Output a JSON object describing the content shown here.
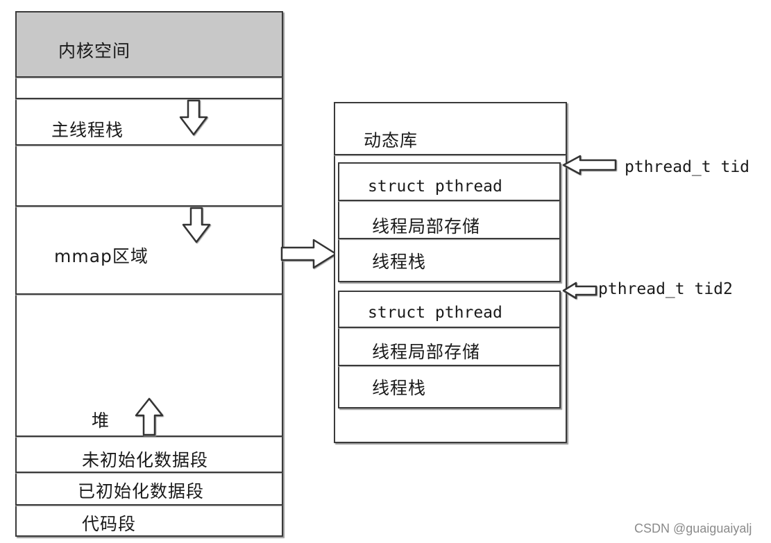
{
  "memory_layout": {
    "kernel_space": "内核空间",
    "main_thread_stack": "主线程栈",
    "mmap_region": "mmap区域",
    "heap": "堆",
    "bss_segment": "未初始化数据段",
    "data_segment": "已初始化数据段",
    "text_segment": "代码段"
  },
  "dynamic_library": {
    "title": "动态库",
    "thread_blocks": [
      {
        "struct_label": "struct pthread",
        "tls_label": "线程局部存储",
        "stack_label": "线程栈",
        "pointer_label": "pthread_t tid"
      },
      {
        "struct_label": "struct pthread",
        "tls_label": "线程局部存储",
        "stack_label": "线程栈",
        "pointer_label": "pthread_t tid2"
      }
    ]
  },
  "watermark": "CSDN @guaiguaiyalj",
  "colors": {
    "kernel_fill": "#c8c8c8",
    "line": "#3a3a3a"
  }
}
